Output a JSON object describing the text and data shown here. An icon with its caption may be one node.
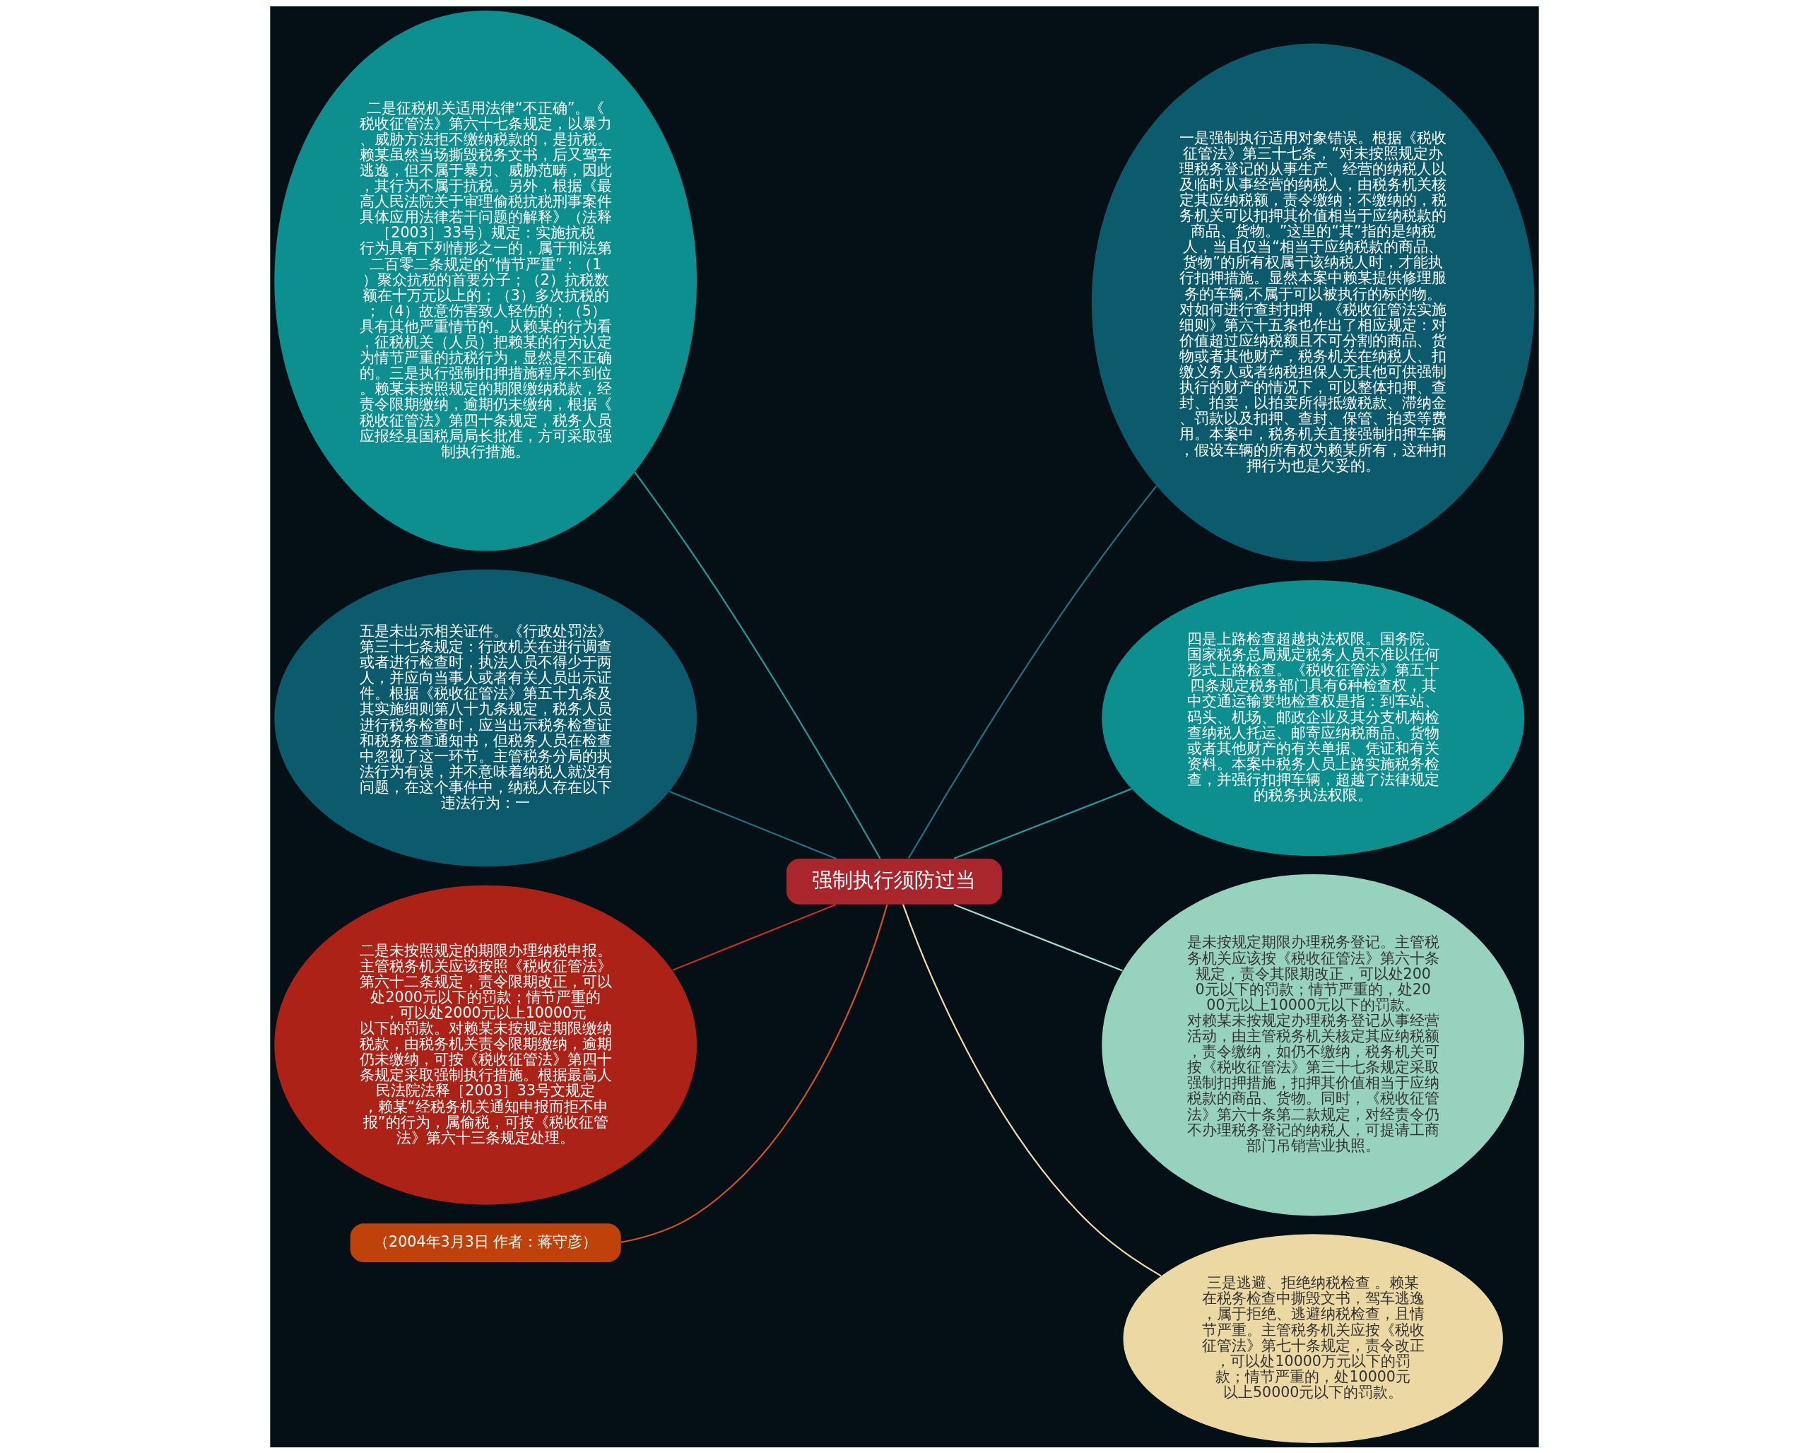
{
  "diagram": {
    "nodes": [
      {
        "text": [
          "强制执行须防过当"
        ]
      },
      {
        "text": [
          "二是征税机关适用法律“不正确”。《税收征管法》第六十七条规定，以暴力、威胁方法拒不缴纳税款的，是抗税。赖某虽然当场撕毁税务文书，后又驾车逃逸，但不属于暴力、威胁范畴，因此，其行为不属于抗税。另外，根据《最高人民法院关于审理偷税抗税刑事案件具体应用法律若干问题的解释》（法释［2003］33号）规定：实施抗税行为具有下列情形之一的，属于刑法第二百零二条规定的“情节严重”：（1）聚众抗税的首要分子；（2）抗税数额在十万元以上的；（3）多次抗税的；（4）故意伤害致人轻伤的；（5）具有其他严重情节的。从赖某的行为看，征税机关（人员）把赖某的行为认定为情节严重的抗税行为，显然是不正确的。三是执行强制扣押措施程序不到位。赖某未按照规定的期限缴纳税款，经责令限期缴纳，逾期仍未缴纳，根据《税收征管法》第四十条规定，税务人员应报经县国税局局长批准，方可采取强制执行措施。"
        ]
      },
      {
        "text": [
          "一是强制执行适用对象错误。根据《税收征管法》第三十七条，“对未按照规定办理税务登记的从事生产、经营的纳税人以及临时从事经营的纳税人，由税务机关核定其应纳税额，责令缴纳；不缴纳的，税务机关可以扣押其价值相当于应纳税款的商品、货物。”这里的“其”指的是纳税人，当且仅当“相当于应纳税款的商品、货物”的所有权属于该纳税人时，才能执行扣押措施。显然本案中赖某提供修理服务的车辆,不属于可以被执行的标的物。对如何进行查封扣押，《税收征管法实施细则》第六十五条也作出了相应规定：对价值超过应纳税额且不可分割的商品、货物或者其他财产，税务机关在纳税人、扣缴义务人或者纳税担保人无其他可供强制执行的财产的情况下，可以整体扣押、查封、拍卖，以拍卖所得抵缴税款、滞纳金、罚款以及扣押、查封、保管、拍卖等费用。本案中，税务机关直接强制扣押车辆，假设车辆的所有权为赖某所有，这种扣押行为也是欠妥的。"
        ]
      },
      {
        "text": [
          "五是未出示相关证件。《行政处罚法》第三十七条规定：行政机关在进行调查或者进行检查时，执法人员不得少于两人，并应向当事人或者有关人员出示证件。根据《税收征管法》第五十九条及其实施细则第八十九条规定，税务人员进行税务检查时，应当出示税务检查证和税务检查通知书，但税务人员在检查中忽视了这一环节。主管税务分局的执法行为有误，并不意味着纳税人就没有问题，在这个事件中，纳税人存在以下违法行为：一"
        ]
      },
      {
        "text": [
          "四是上路检查超越执法权限。国务院、国家税务总局规定税务人员不准以任何形式上路检查。《税收征管法》第五十四条规定税务部门具有6种检查权，其中交通运输要地检查权是指：到车站、码头、机场、邮政企业及其分支机构检查纳税人托运、邮寄应纳税商品、货物或者其他财产的有关单据、凭证和有关资料。本案中税务人员上路实施税务检查，并强行扣押车辆，超越了法律规定的税务执法权限。"
        ]
      },
      {
        "text": [
          "二是未按照规定的期限办理纳税申报。主管税务机关应该按照《税收征管法》第六十二条规定，责令限期改正，可以处2000元以下的罚款；情节严重的，可以处2000元以上10000元以下的罚款。对赖某未按规定期限缴纳税款，由税务机关责令限期缴纳，逾期仍未缴纳，可按《税收征管法》第四十条规定采取强制执行措施。根据最高人民法院法释［2003］33号文规定，赖某“经税务机关通知申报而拒不申报”的行为，属偷税，可按《税收征管法》第六十三条规定处理。"
        ]
      },
      {
        "text": [
          "是未按规定期限办理税务登记。主管税务机关应该按《税收征管法》第六十条规定，责令其限期改正，可以处2000元以下的罚款；情节严重的，处2000元以上10000元以下的罚款。对赖某未按规定办理税务登记从事经营活动，由主管税务机关核定其应纳税额，责令缴纳，如仍不缴纳，税务机关可按《税收征管法》第三十七条规定采取强制扣押措施，扣押其价值相当于应纳税款的商品、货物。同时，《税收征管法》第六十条第二款规定，对经责令仍不办理税务登记的纳税人，可提请工商部门吊销营业执照。"
        ]
      },
      {
        "text": [
          "（2004年3月3日 作者：蒋守彦）"
        ]
      },
      {
        "text": [
          "三是逃避、拒绝纳税检查 。赖某在税务检查中撕毁文书，驾车逃逸，属于拒绝、逃避纳税检查，且情节严重。主管税务机关应按《税收征管法》第七十条规定，责令改正，可以处10000万元以下的罚款；情节严重的，处10000元以上50000元以下的罚款。"
        ]
      }
    ],
    "edges": [
      {
        "from": 0,
        "to": 1,
        "arrow": "none",
        "color": "#1e9c9c"
      },
      {
        "from": 0,
        "to": 2,
        "arrow": "none",
        "color": "#1f7385"
      },
      {
        "from": 0,
        "to": 3,
        "arrow": "none",
        "color": "#1f7385"
      },
      {
        "from": 0,
        "to": 4,
        "arrow": "none",
        "color": "#1e9c9c"
      },
      {
        "from": 0,
        "to": 5,
        "arrow": "none",
        "color": "#c0321f"
      },
      {
        "from": 0,
        "to": 6,
        "arrow": "none",
        "color": "#a6dcc8"
      },
      {
        "from": 0,
        "to": 7,
        "arrow": "none",
        "color": "#d2521a"
      },
      {
        "from": 0,
        "to": 8,
        "arrow": "none",
        "color": "#f0dcaa"
      }
    ]
  }
}
